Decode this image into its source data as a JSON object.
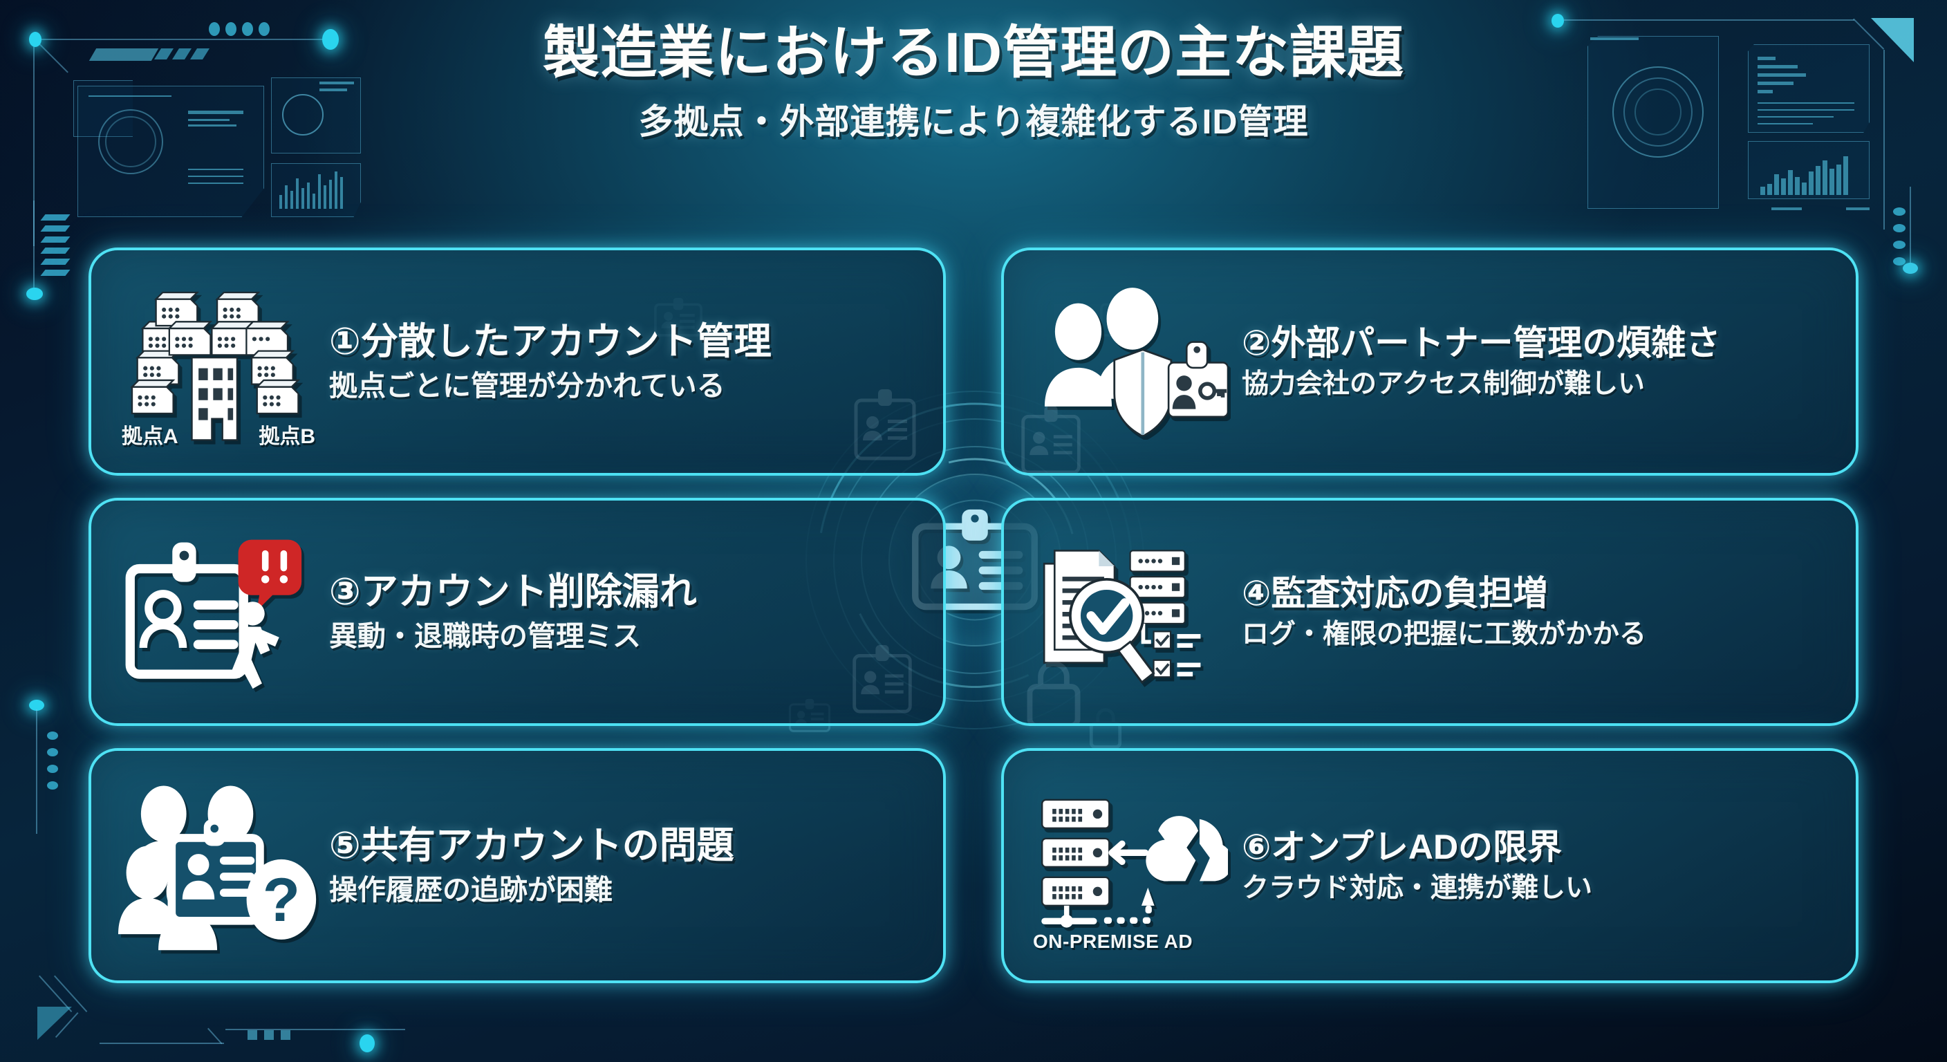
{
  "header": {
    "title": "製造業におけるID管理の主な課題",
    "subtitle": "多拠点・外部連携により複雑化するID管理"
  },
  "theme": {
    "accent_cyan": "#4fe2f4",
    "card_fill": "#155c76",
    "background_deep": "#041024",
    "background_mid": "#0e5b78",
    "text_white": "#fafcfc",
    "alert_red": "#d32a2a"
  },
  "cards": [
    {
      "number": "①",
      "title": "①分散したアカウント管理",
      "subtitle": "拠点ごとに管理が分かれている",
      "icon": "multi-site-servers-icon",
      "labels": [
        "拠点A",
        "拠点B"
      ]
    },
    {
      "number": "②",
      "title": "②外部パートナー管理の煩雑さ",
      "subtitle": "協力会社のアクセス制御が難しい",
      "icon": "partners-shield-badge-icon",
      "labels": []
    },
    {
      "number": "③",
      "title": "③アカウント削除漏れ",
      "subtitle": "異動・退職時の管理ミス",
      "icon": "id-card-leaving-person-alert-icon",
      "labels": []
    },
    {
      "number": "④",
      "title": "④監査対応の負担増",
      "subtitle": "ログ・権限の把握に工数がかかる",
      "icon": "audit-magnifier-checklist-icon",
      "labels": []
    },
    {
      "number": "⑤",
      "title": "⑤共有アカウントの問題",
      "subtitle": "操作履歴の追跡が困難",
      "icon": "shared-account-question-icon",
      "labels": []
    },
    {
      "number": "⑥",
      "title": "⑥オンプレADの限界",
      "subtitle": "クラウド対応・連携が難しい",
      "icon": "onpremise-ad-broken-cloud-icon",
      "labels": [
        "ON-PREMISE AD"
      ]
    }
  ],
  "decor": {
    "center_icon": "id-badge-icon",
    "corner_top_left": "hud-dashboard-panels",
    "corner_top_right": "hud-radar-chart-panels",
    "edge_left": "circuit-stripes-and-dots",
    "edge_right": "circuit-dots-line",
    "corner_bottom_left": "circuit-trace-lines"
  }
}
